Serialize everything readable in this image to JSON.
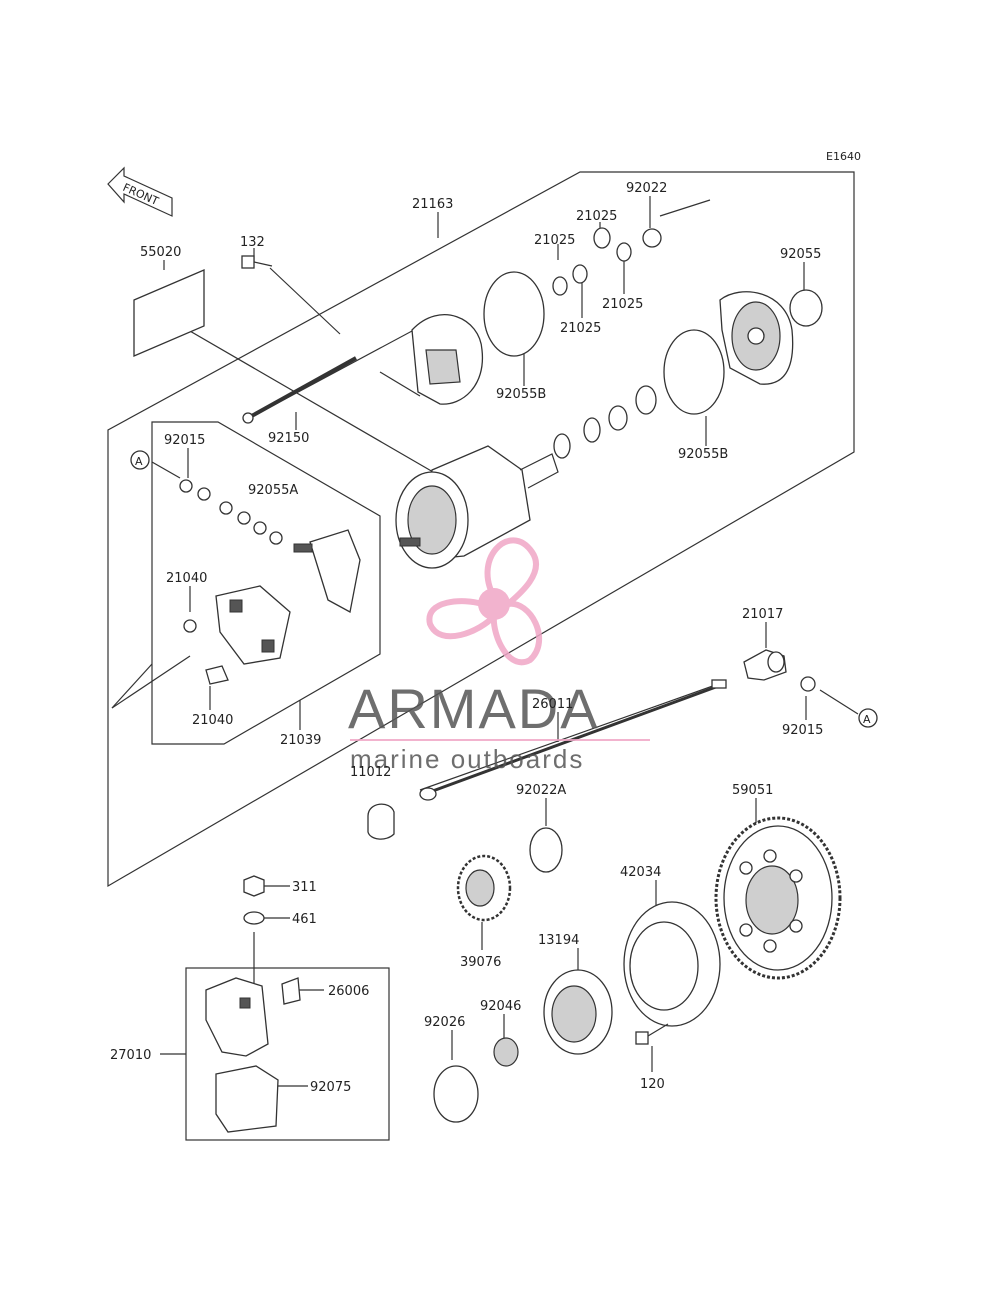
{
  "diagram_code": "E1640",
  "front_label": "FRONT",
  "ref_marker": "A",
  "watermark": {
    "brand": "ARMADA",
    "tagline": "marine outboards",
    "color": "#f0a6c6",
    "text_color": "#555555"
  },
  "parts": {
    "p21163": "21163",
    "p92022": "92022",
    "p21025a": "21025",
    "p21025b": "21025",
    "p21025c": "21025",
    "p21025d": "21025",
    "p92055": "92055",
    "p55020": "55020",
    "p132": "132",
    "p92055B_top": "92055B",
    "p92055B_bottom": "92055B",
    "p92150": "92150",
    "p92015_left": "92015",
    "p92055A": "92055A",
    "p21040_top": "21040",
    "p21040_bottom": "21040",
    "p21039": "21039",
    "p21017": "21017",
    "p92015_right": "92015",
    "p26011": "26011",
    "p11012": "11012",
    "p92022A": "92022A",
    "p59051": "59051",
    "p42034": "42034",
    "p311": "311",
    "p461": "461",
    "p26006": "26006",
    "p27010": "27010",
    "p92075": "92075",
    "p39076": "39076",
    "p13194": "13194",
    "p92046": "92046",
    "p92026": "92026",
    "p120": "120"
  }
}
